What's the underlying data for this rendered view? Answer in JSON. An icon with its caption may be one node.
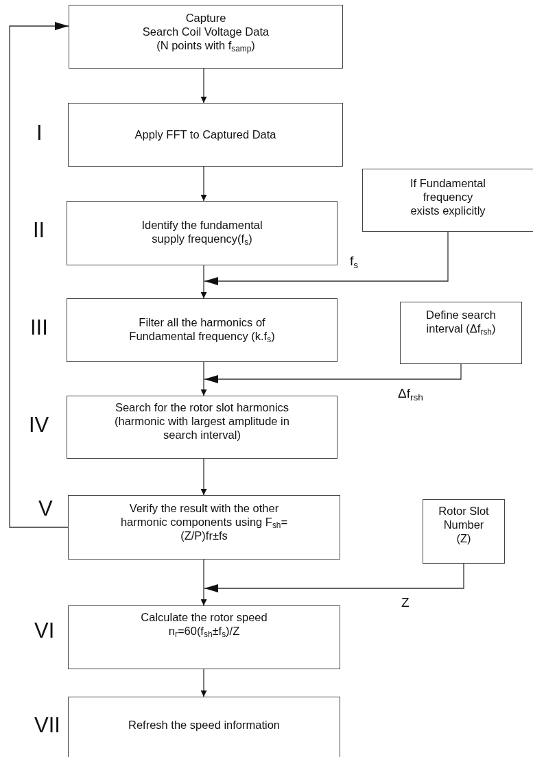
{
  "diagram": {
    "nodes": [
      {
        "text": [
          "Capture",
          "Search Coil Voltage Data (N points with f$_{samp}$)"
        ]
      },
      {
        "text": [
          "Apply FFT to Captured Data"
        ],
        "beside": [
          "I"
        ]
      },
      {
        "text": [
          "Identify the fundamental supply frequency(f$_{s}$)"
        ],
        "beside": [
          "II"
        ]
      },
      {
        "text": [
          "If Fundamental frequency exists explicitly"
        ]
      },
      {
        "text": [
          "Filter all the harmonics of Fundamental frequency (k.f$_{s}$)"
        ],
        "beside": [
          "III"
        ]
      },
      {
        "text": [
          "Define search interval (Δf$_{rsh}$)"
        ]
      },
      {
        "text": [
          "Search for the rotor slot harmonics (harmonic with largest amplitude in search interval)"
        ],
        "beside": [
          "IV"
        ]
      },
      {
        "text": [
          "Verify the result with the other harmonic components using F$_{sh}$=(Z/P)fr±fs"
        ],
        "beside": [
          "V"
        ]
      },
      {
        "text": [
          "Rotor Slot Number (Z)"
        ]
      },
      {
        "text": [
          "Calculate the rotor speed n$_{r}$=60(f$_{sh}$±f$_{s}$)/Z"
        ],
        "beside": [
          "VI"
        ]
      },
      {
        "text": [
          "Refresh the speed information"
        ],
        "beside": [
          "VII"
        ]
      }
    ],
    "edges": [
      {
        "from": 0,
        "to": 1,
        "arrow": "to"
      },
      {
        "from": 1,
        "to": 2,
        "arrow": "to"
      },
      {
        "from": 2,
        "to": 4,
        "arrow": "to"
      },
      {
        "from": 3,
        "to": 4,
        "arrow": "to",
        "label": "f$_{s}$"
      },
      {
        "from": 4,
        "to": 6,
        "arrow": "to"
      },
      {
        "from": 5,
        "to": 6,
        "arrow": "to",
        "label": "Δf$_{rsh}$"
      },
      {
        "from": 6,
        "to": 7,
        "arrow": "to"
      },
      {
        "from": 7,
        "to": 9,
        "arrow": "to"
      },
      {
        "from": 8,
        "to": 9,
        "arrow": "to",
        "label": "Z"
      },
      {
        "from": 9,
        "to": 10,
        "arrow": "to"
      },
      {
        "from": 7,
        "to": 0,
        "arrow": "to"
      }
    ]
  }
}
